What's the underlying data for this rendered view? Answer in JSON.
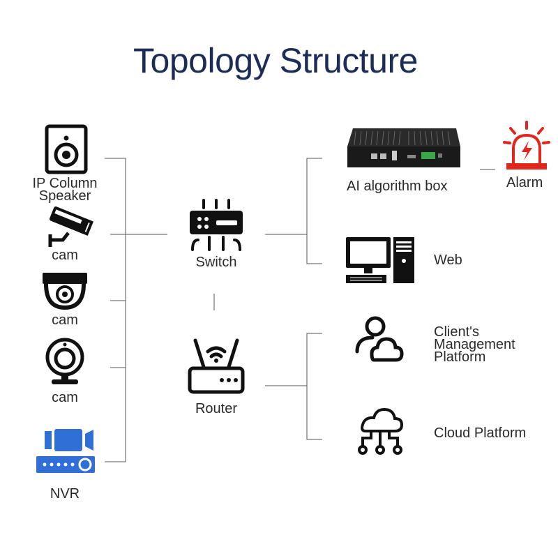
{
  "title": "Topology Structure",
  "nodes": {
    "speaker": "IP Column Speaker",
    "cam1": "cam",
    "cam2": "cam",
    "cam3": "cam",
    "nvr": "NVR",
    "switch": "Switch",
    "router": "Router",
    "ai_box": "AI algorithm box",
    "alarm": "Alarm",
    "web": "Web",
    "client_platform": "Client's Management Platform",
    "cloud_platform": "Cloud Platform"
  },
  "colors": {
    "title": "#1b2c57",
    "icons": "#111111",
    "nvr": "#2f6fd6",
    "alarm": "#e0261d"
  },
  "icons": [
    "speaker-icon",
    "bullet-camera-icon",
    "dome-camera-icon",
    "webcam-icon",
    "nvr-icon",
    "switch-icon",
    "router-icon",
    "ai-box-icon",
    "alarm-icon",
    "desktop-computer-icon",
    "user-cloud-icon",
    "cloud-network-icon"
  ]
}
